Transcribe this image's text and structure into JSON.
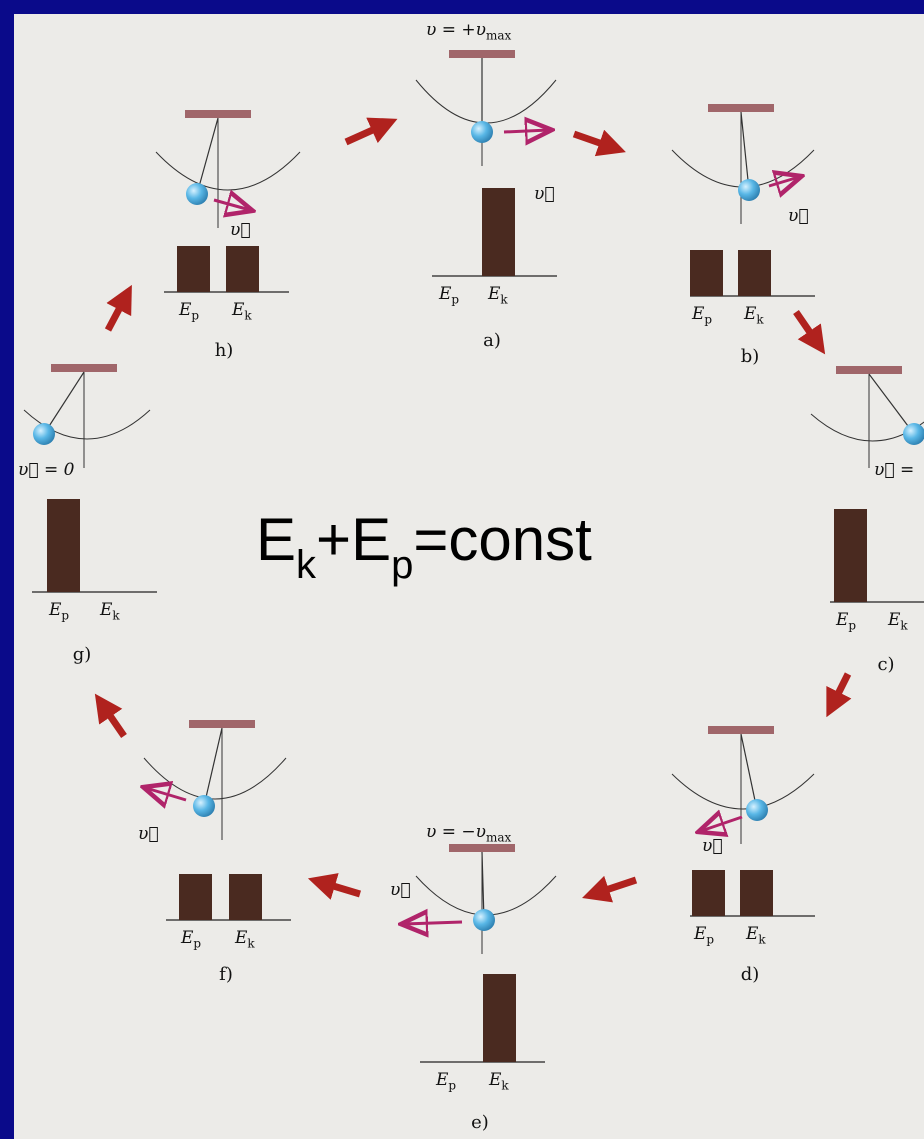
{
  "formula": {
    "e1": "E",
    "s1": "k",
    "plus": "+",
    "e2": "E",
    "s2": "p",
    "rest": "=const"
  },
  "labels": {
    "ep": "E",
    "ep_sub": "p",
    "ek": "E",
    "ek_sub": "k",
    "vmax_pos": "υ = +υ",
    "vmax_pos_sub": "max",
    "vmax_neg": "υ = −υ",
    "vmax_neg_sub": "max",
    "v_zero": "υ⃗ = 0",
    "v_zero_c": "υ⃗ =",
    "v_vec": "υ⃗"
  },
  "panels": [
    {
      "id": "a",
      "letter": "a)",
      "ep_level": 0.0,
      "ek_level": 1.0
    },
    {
      "id": "b",
      "letter": "b)",
      "ep_level": 0.5,
      "ek_level": 0.5
    },
    {
      "id": "c",
      "letter": "c)",
      "ep_level": 1.0,
      "ek_level": 0.0
    },
    {
      "id": "d",
      "letter": "d)",
      "ep_level": 0.5,
      "ek_level": 0.5
    },
    {
      "id": "e",
      "letter": "e)",
      "ep_level": 0.0,
      "ek_level": 1.0
    },
    {
      "id": "f",
      "letter": "f)",
      "ep_level": 0.5,
      "ek_level": 0.5
    },
    {
      "id": "g",
      "letter": "g)",
      "ep_level": 1.0,
      "ek_level": 0.0
    },
    {
      "id": "h",
      "letter": "h)",
      "ep_level": 0.5,
      "ek_level": 0.5
    }
  ],
  "colors": {
    "frame": "#0a0a8a",
    "background": "#ecebe8",
    "bar": "#4a2a20",
    "ceiling": "#a0666a",
    "arrow": "#b0221e",
    "velocity": "#b0246a",
    "bob": "#59b7e6"
  }
}
